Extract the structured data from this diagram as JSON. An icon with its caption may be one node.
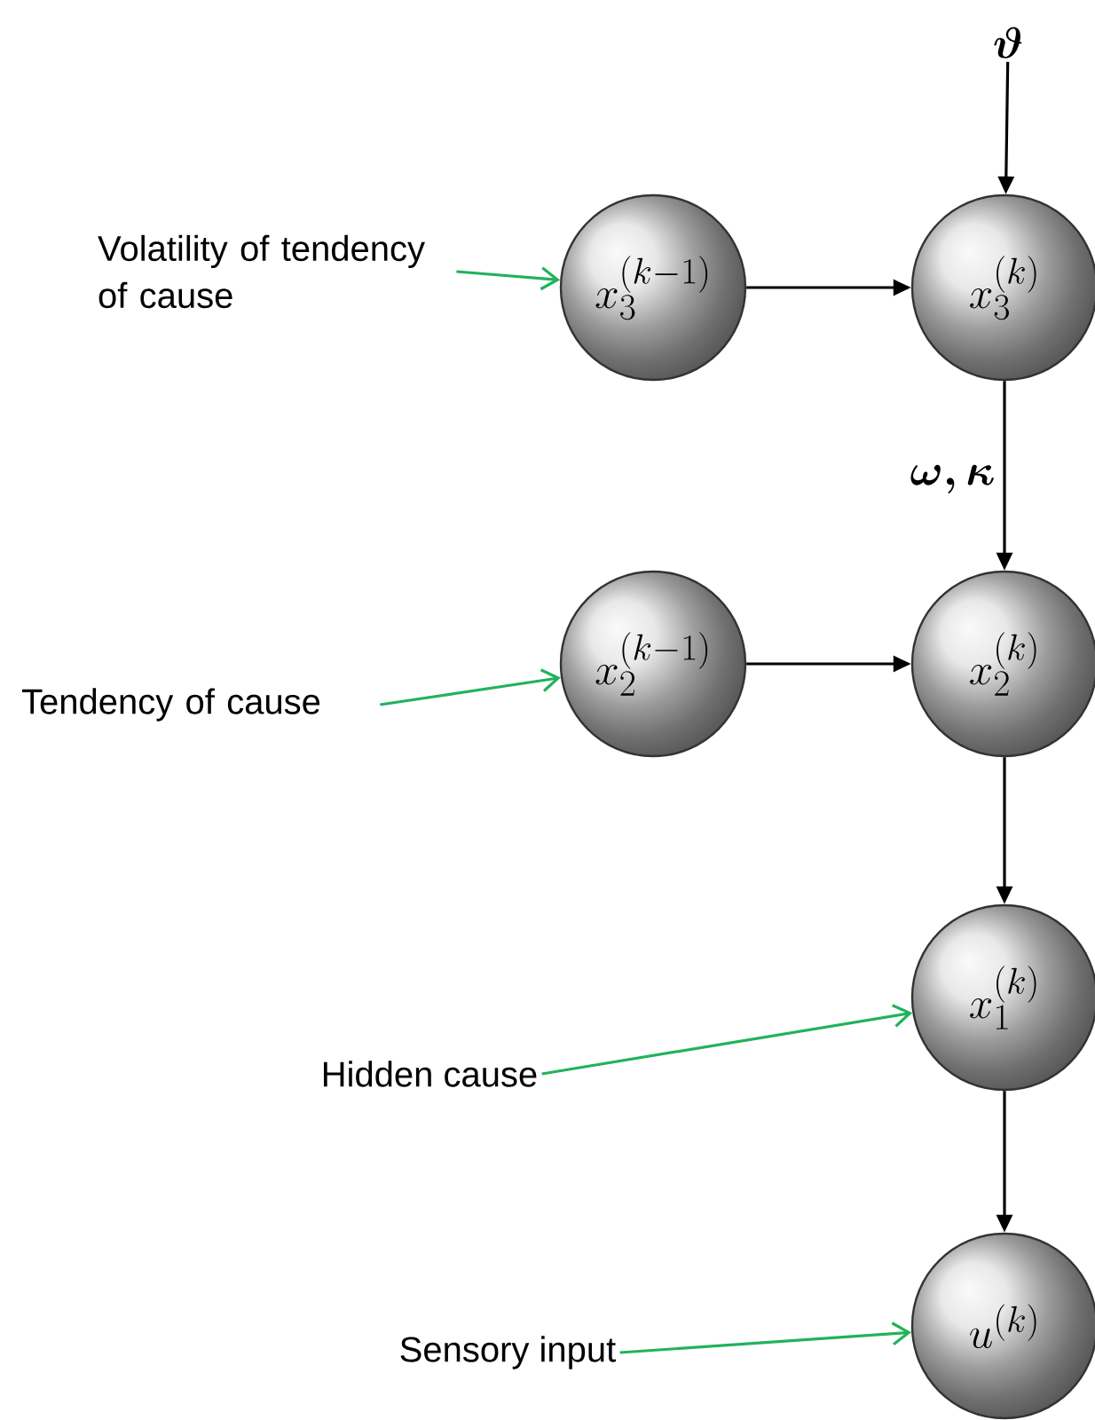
{
  "diagram": {
    "nodes": [
      {
        "text": [
          "\\vartheta"
        ]
      },
      {
        "text": [
          "Volatility of tendency of cause"
        ]
      },
      {
        "text": [
          "x_3^{(k-1)}"
        ]
      },
      {
        "text": [
          "x_3^{(k)}"
        ]
      },
      {
        "text": [
          "Tendency of cause"
        ]
      },
      {
        "text": [
          "x_2^{(k-1)}"
        ]
      },
      {
        "text": [
          "x_2^{(k)}"
        ]
      },
      {
        "text": [
          "Hidden cause"
        ]
      },
      {
        "text": [
          "x_1^{(k)}"
        ]
      },
      {
        "text": [
          "Sensory input"
        ]
      },
      {
        "text": [
          "u^{(k)}"
        ]
      }
    ],
    "edges": [
      {
        "from": 0,
        "to": 3,
        "arrow": "to"
      },
      {
        "from": 2,
        "to": 3,
        "arrow": "to"
      },
      {
        "from": 3,
        "to": 6,
        "arrow": "to",
        "label": "\\omega, \\kappa"
      },
      {
        "from": 5,
        "to": 6,
        "arrow": "to"
      },
      {
        "from": 6,
        "to": 8,
        "arrow": "to"
      },
      {
        "from": 8,
        "to": 10,
        "arrow": "to"
      },
      {
        "from": 1,
        "to": 2,
        "arrow": "to",
        "color": "#21b35b"
      },
      {
        "from": 4,
        "to": 5,
        "arrow": "to",
        "color": "#21b35b"
      },
      {
        "from": 7,
        "to": 8,
        "arrow": "to",
        "color": "#21b35b"
      },
      {
        "from": 9,
        "to": 10,
        "arrow": "to",
        "color": "#21b35b"
      }
    ]
  }
}
